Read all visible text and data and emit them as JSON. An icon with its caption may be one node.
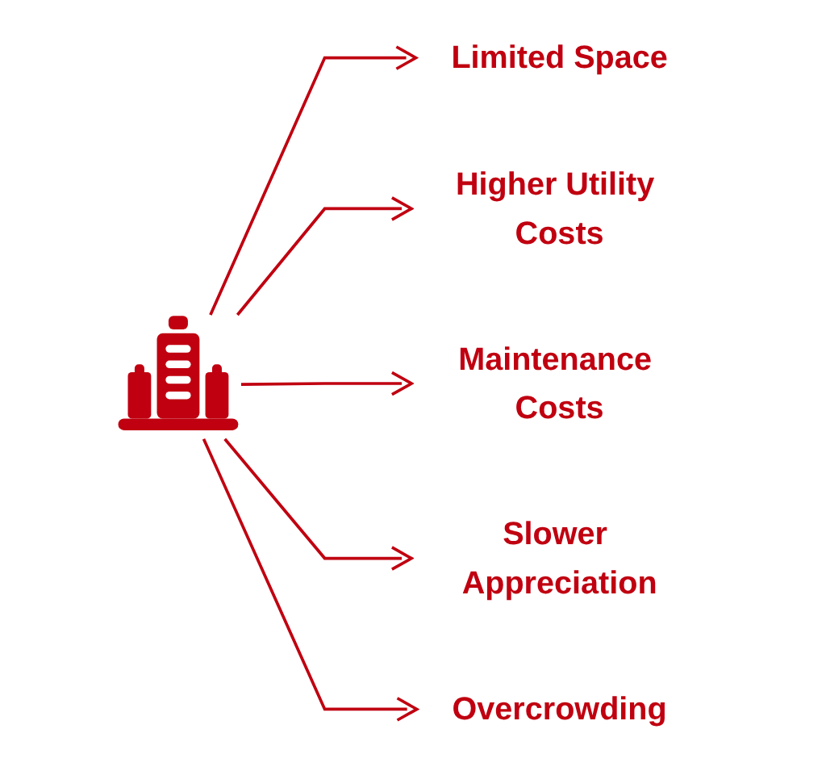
{
  "diagram": {
    "nodes": [
      {
        "text": [
          "Limited Space"
        ]
      },
      {
        "text": [
          "Higher Utility Costs"
        ]
      },
      {
        "text": [
          "Maintenance Costs"
        ]
      },
      {
        "text": [],
        "shape": "picture"
      },
      {
        "text": [
          "Slower Appreciation"
        ]
      },
      {
        "text": [
          "Overcrowding"
        ]
      }
    ],
    "edges": [
      {
        "from": 3,
        "to": 0,
        "arrow": "to"
      },
      {
        "from": 3,
        "to": 1,
        "arrow": "to"
      },
      {
        "from": 3,
        "to": 2,
        "arrow": "to"
      },
      {
        "from": 3,
        "to": 4,
        "arrow": "to"
      },
      {
        "from": 3,
        "to": 5,
        "arrow": "to"
      }
    ]
  }
}
